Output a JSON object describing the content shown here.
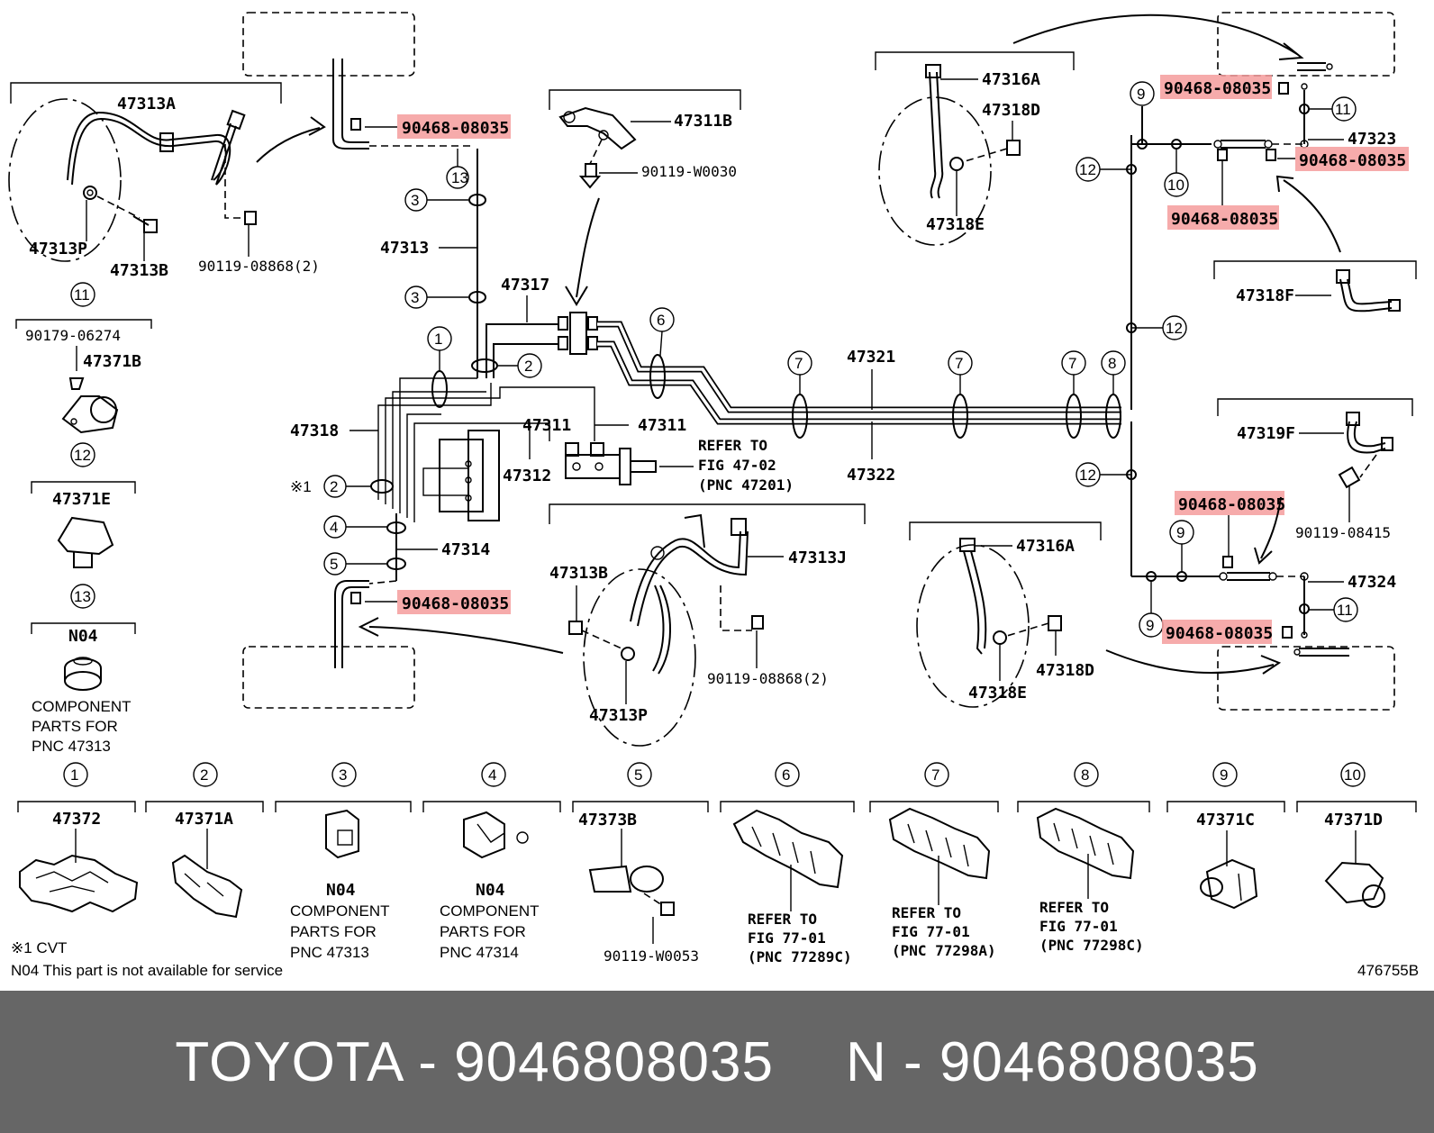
{
  "callouts": {
    "c47313A": "47313A",
    "c47313P_tl": "47313P",
    "c47313B_tl": "47313B",
    "c90119_08868_tl": "90119-08868(2)",
    "c13_top": "13",
    "c3a": "3",
    "c3b": "3",
    "c47313": "47313",
    "c47317": "47317",
    "c1": "1",
    "c2": "2",
    "c47318": "47318",
    "cx1": "※1",
    "c2b": "2",
    "c4": "4",
    "c5": "5",
    "c47314": "47314",
    "c47311B": "47311B",
    "c90119_W0030": "90119-W0030",
    "c6": "6",
    "c47311": "47311",
    "c47312": "47312",
    "refer_main_1": "REFER TO",
    "refer_main_2": "FIG 47-02",
    "refer_main_3": "(PNC 47201)",
    "c7a": "7",
    "c7b": "7",
    "c7c": "7",
    "c8": "8",
    "c47321": "47321",
    "c47322": "47322",
    "c47313B_mid": "47313B",
    "c47313J": "47313J",
    "c90119_08868_mid": "90119-08868(2)",
    "c47313P_mid": "47313P",
    "c11_left": "11",
    "c90179_06274": "90179-06274",
    "c47371B": "47371B",
    "c12_left": "12",
    "c47371E": "47371E",
    "c13_left": "13",
    "cN04_left": "N04",
    "comp_left_1": "COMPONENT",
    "comp_left_2": "PARTS FOR",
    "comp_left_3": "PNC 47313",
    "c47316A_top": "47316A",
    "c47318D_top": "47318D",
    "c47318E_top": "47318E",
    "c9_top": "9",
    "c11_top": "11",
    "c47323": "47323",
    "c12_a": "12",
    "c10_top": "10",
    "c47318F": "47318F",
    "c12_b": "12",
    "c12_c": "12",
    "c47319F": "47319F",
    "c90119_08415": "90119-08415",
    "c9_mid": "9",
    "c47324": "47324",
    "c9_low": "9",
    "c11_low": "11",
    "c47316A_low": "47316A",
    "c47318D_low": "47318D",
    "c47318E_low": "47318E"
  },
  "highlighted_part": {
    "label": "90468-08035",
    "color": "#f59c9c"
  },
  "legend": {
    "items": [
      {
        "num": "1",
        "part": "47372"
      },
      {
        "num": "2",
        "part": "47371A"
      },
      {
        "num": "3",
        "part": "N04",
        "note": [
          "COMPONENT",
          "PARTS FOR",
          "PNC 47313"
        ]
      },
      {
        "num": "4",
        "part": "N04",
        "note": [
          "COMPONENT",
          "PARTS FOR",
          "PNC 47314"
        ]
      },
      {
        "num": "5",
        "part": "47373B",
        "sub": "90119-W0053"
      },
      {
        "num": "6",
        "note": [
          "REFER TO",
          "FIG 77-01",
          "(PNC 77289C)"
        ]
      },
      {
        "num": "7",
        "note": [
          "REFER TO",
          "FIG 77-01",
          "(PNC 77298A)"
        ]
      },
      {
        "num": "8",
        "note": [
          "REFER TO",
          "FIG 77-01",
          "(PNC 77298C)"
        ]
      },
      {
        "num": "9",
        "part": "47371C"
      },
      {
        "num": "10",
        "part": "47371D"
      }
    ]
  },
  "notes": {
    "cvt": "※1 CVT",
    "n04": "N04 This part is not available for service",
    "figure_id": "476755B"
  },
  "footer": {
    "left": "TOYOTA - 9046808035",
    "right": "N - 9046808035"
  }
}
